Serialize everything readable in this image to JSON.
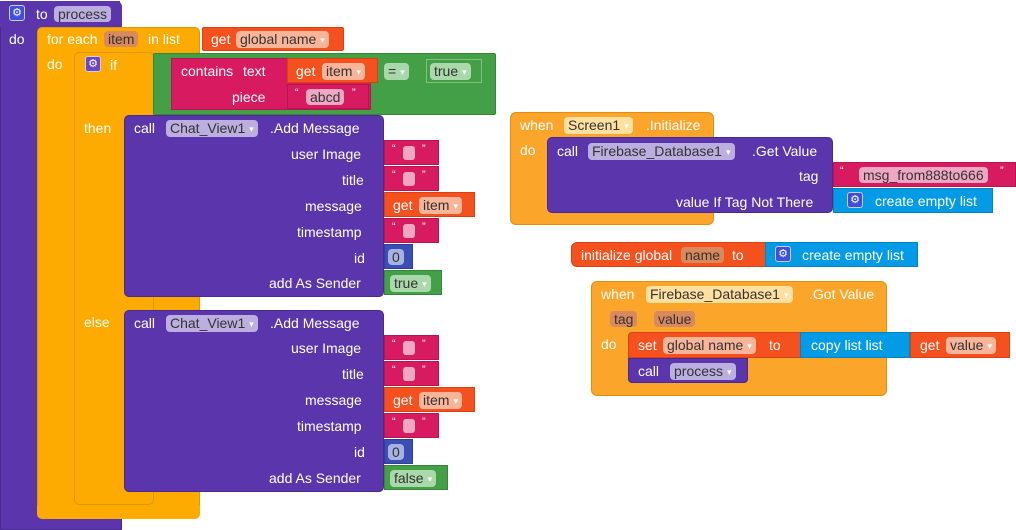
{
  "procedure": {
    "keyword_to": "to",
    "name": "process",
    "do_label": "do",
    "for_each": {
      "label_for_each": "for each",
      "var": "item",
      "label_in_list": "in list",
      "list_get_label": "get",
      "list_var": "global name",
      "do_label": "do",
      "if_block": {
        "if_label": "if",
        "then_label": "then",
        "else_label": "else",
        "condition": {
          "contains_label": "contains",
          "text_label": "text",
          "text_get_label": "get",
          "text_var": "item",
          "piece_label": "piece",
          "piece_value": "abcd",
          "operator": "=",
          "compare_value": "true"
        },
        "then_call": {
          "call_label": "call",
          "component": "Chat_View1",
          "method": ".Add Message",
          "params": [
            {
              "label": "user Image",
              "kind": "text",
              "value": ""
            },
            {
              "label": "title",
              "kind": "text",
              "value": ""
            },
            {
              "label": "message",
              "kind": "get",
              "get_label": "get",
              "value": "item"
            },
            {
              "label": "timestamp",
              "kind": "text",
              "value": ""
            },
            {
              "label": "id",
              "kind": "number",
              "value": "0"
            },
            {
              "label": "add As Sender",
              "kind": "bool",
              "value": "true"
            }
          ]
        },
        "else_call": {
          "call_label": "call",
          "component": "Chat_View1",
          "method": ".Add Message",
          "params": [
            {
              "label": "user Image",
              "kind": "text",
              "value": ""
            },
            {
              "label": "title",
              "kind": "text",
              "value": ""
            },
            {
              "label": "message",
              "kind": "get",
              "get_label": "get",
              "value": "item"
            },
            {
              "label": "timestamp",
              "kind": "text",
              "value": ""
            },
            {
              "label": "id",
              "kind": "number",
              "value": "0"
            },
            {
              "label": "add As Sender",
              "kind": "bool",
              "value": "false"
            }
          ]
        }
      }
    }
  },
  "screen_init": {
    "when_label": "when",
    "component": "Screen1",
    "event": ".Initialize",
    "do_label": "do",
    "call_label": "call",
    "call_component": "Firebase_Database1",
    "call_method": ".Get Value",
    "tag_label": "tag",
    "tag_value": "msg_from888to666",
    "default_label": "value If Tag Not There",
    "default_value": "create empty list"
  },
  "global_init": {
    "label": "initialize global",
    "name": "name",
    "to_label": "to",
    "value": "create empty list"
  },
  "got_value": {
    "when_label": "when",
    "component": "Firebase_Database1",
    "event": ".Got Value",
    "params": [
      "tag",
      "value"
    ],
    "do_label": "do",
    "set_label": "set",
    "set_var": "global name",
    "to_label": "to",
    "copy_label": "copy list  list",
    "get_label": "get",
    "get_var": "value",
    "call_label": "call",
    "call_proc": "process"
  },
  "quote_open": "“",
  "quote_close": "”",
  "dropdown_glyph": "▾",
  "gear_glyph": "⚙"
}
